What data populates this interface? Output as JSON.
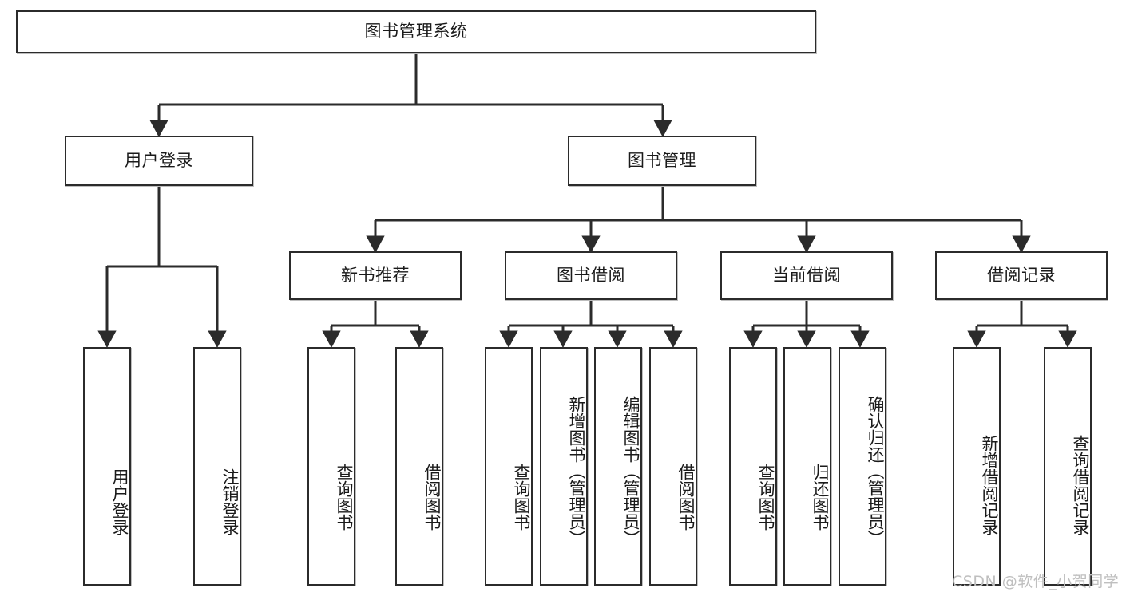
{
  "diagram": {
    "title": "图书管理系统",
    "type": "hierarchy-tree",
    "orientation": "top-down",
    "levels": 4,
    "accent_color": "#2b2b2b",
    "background_color": "#ffffff",
    "root": {
      "id": "root",
      "label": "图书管理系统",
      "text_direction": "horizontal"
    },
    "level2": [
      {
        "id": "user-login",
        "label": "用户登录",
        "text_direction": "horizontal"
      },
      {
        "id": "book-management",
        "label": "图书管理",
        "text_direction": "horizontal"
      }
    ],
    "level3": [
      {
        "id": "new-book-recommend",
        "label": "新书推荐",
        "parent": "book-management",
        "text_direction": "horizontal"
      },
      {
        "id": "book-borrow",
        "label": "图书借阅",
        "parent": "book-management",
        "text_direction": "horizontal"
      },
      {
        "id": "current-borrow",
        "label": "当前借阅",
        "parent": "book-management",
        "text_direction": "horizontal"
      },
      {
        "id": "borrow-record",
        "label": "借阅记录",
        "parent": "book-management",
        "text_direction": "horizontal"
      }
    ],
    "leaves": [
      {
        "id": "leaf-user-login",
        "label": "用户登录",
        "parent": "user-login",
        "text_direction": "vertical"
      },
      {
        "id": "leaf-logout-login",
        "label": "注销登录",
        "parent": "user-login",
        "text_direction": "vertical"
      },
      {
        "id": "leaf-query-book-1",
        "label": "查询图书",
        "parent": "new-book-recommend",
        "text_direction": "vertical"
      },
      {
        "id": "leaf-borrow-book-1",
        "label": "借阅图书",
        "parent": "new-book-recommend",
        "text_direction": "vertical"
      },
      {
        "id": "leaf-query-book-2",
        "label": "查询图书",
        "parent": "book-borrow",
        "text_direction": "vertical"
      },
      {
        "id": "leaf-add-book",
        "label": "新增图书（管理员）",
        "parent": "book-borrow",
        "text_direction": "vertical"
      },
      {
        "id": "leaf-edit-book",
        "label": "编辑图书（管理员）",
        "parent": "book-borrow",
        "text_direction": "vertical"
      },
      {
        "id": "leaf-borrow-book-2",
        "label": "借阅图书",
        "parent": "book-borrow",
        "text_direction": "vertical"
      },
      {
        "id": "leaf-query-book-3",
        "label": "查询图书",
        "parent": "current-borrow",
        "text_direction": "vertical"
      },
      {
        "id": "leaf-return-book",
        "label": "归还图书",
        "parent": "current-borrow",
        "text_direction": "vertical"
      },
      {
        "id": "leaf-confirm-return",
        "label": "确认归还（管理员）",
        "parent": "current-borrow",
        "text_direction": "vertical"
      },
      {
        "id": "leaf-add-record",
        "label": "新增借阅记录",
        "parent": "borrow-record",
        "text_direction": "vertical"
      },
      {
        "id": "leaf-query-record",
        "label": "查询借阅记录",
        "parent": "borrow-record",
        "text_direction": "vertical"
      }
    ]
  },
  "watermark": {
    "text": "CSDN @软件_小贺同学"
  }
}
